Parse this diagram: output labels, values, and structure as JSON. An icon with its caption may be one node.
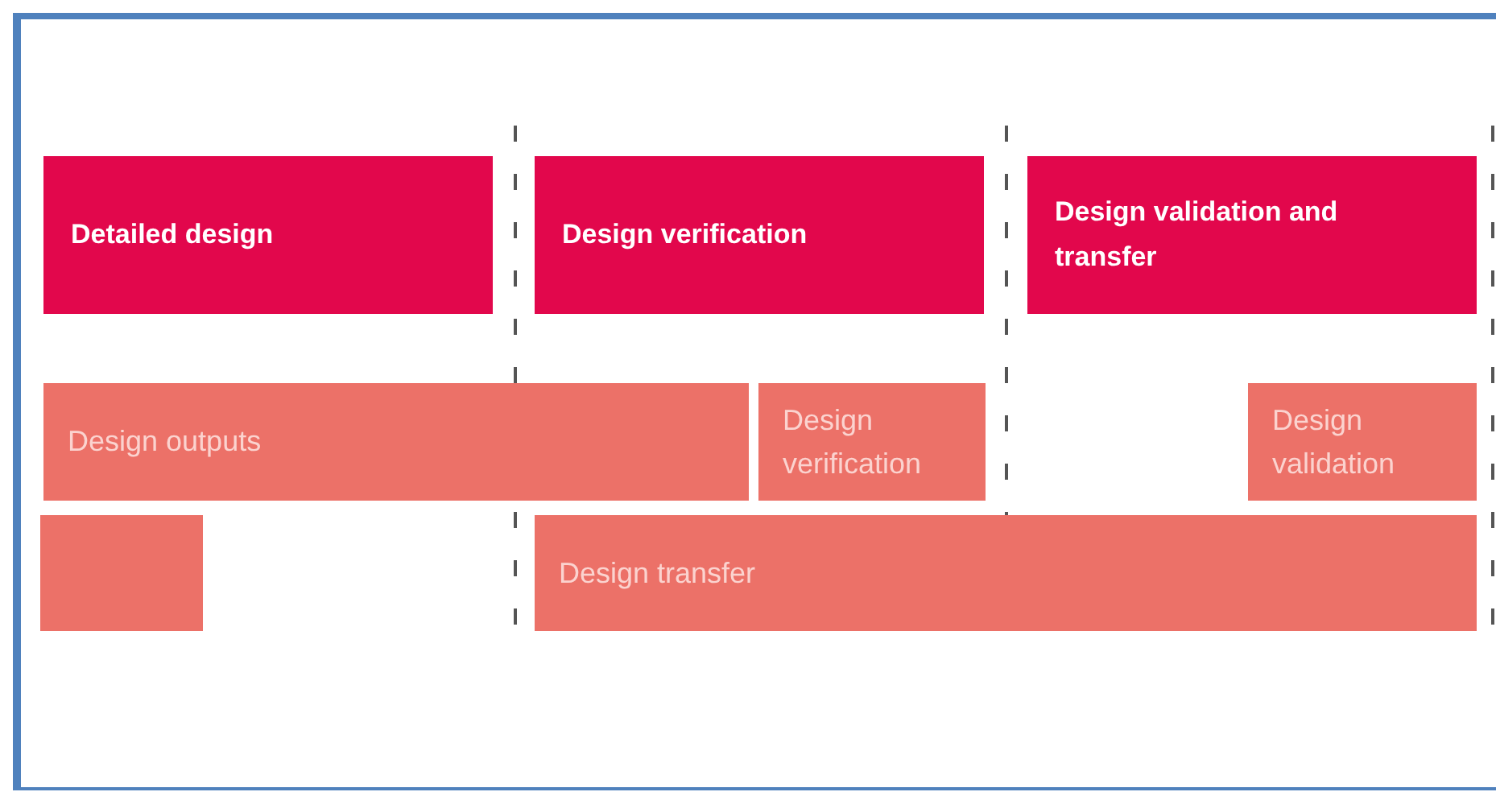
{
  "diagram": {
    "nodes": [
      {
        "text": [
          "Detailed design"
        ]
      },
      {
        "text": [
          "Design verification"
        ]
      },
      {
        "text": [
          "Design validation and transfer"
        ]
      },
      {
        "text": [
          "Design outputs"
        ]
      },
      {
        "text": [
          "Design verification"
        ]
      },
      {
        "text": [
          "Design validation"
        ]
      },
      {
        "text": [],
        "shape": "box"
      },
      {
        "text": [
          "Design transfer"
        ]
      }
    ]
  }
}
